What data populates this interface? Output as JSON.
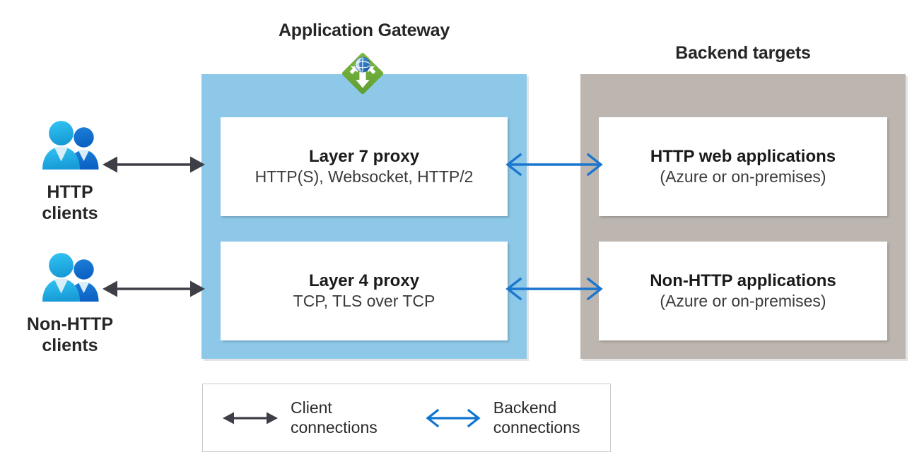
{
  "diagram": {
    "gateway": {
      "title": "Application Gateway",
      "icon": "application-gateway-icon",
      "panel_color": "#8DC8E8",
      "cards": [
        {
          "title": "Layer 7 proxy",
          "subtitle": "HTTP(S), Websocket, HTTP/2"
        },
        {
          "title": "Layer 4 proxy",
          "subtitle": "TCP, TLS over TCP"
        }
      ]
    },
    "backend": {
      "title": "Backend targets",
      "panel_color": "#BDB6B0",
      "cards": [
        {
          "title": "HTTP web applications",
          "subtitle": "(Azure or on-premises)"
        },
        {
          "title": "Non-HTTP applications",
          "subtitle": "(Azure or on-premises)"
        }
      ]
    },
    "clients": [
      {
        "label": "HTTP\nclients",
        "icon": "users-icon"
      },
      {
        "label": "Non-HTTP\nclients",
        "icon": "users-icon"
      }
    ],
    "connectors": [
      {
        "name": "client-http-connection",
        "kind": "client-connection",
        "color": "#3E3E46"
      },
      {
        "name": "client-nonhttp-connection",
        "kind": "client-connection",
        "color": "#3E3E46"
      },
      {
        "name": "backend-http-connection",
        "kind": "backend-connection",
        "color": "#1B76CE"
      },
      {
        "name": "backend-nonhttp-connection",
        "kind": "backend-connection",
        "color": "#1B76CE"
      }
    ],
    "legend": {
      "items": [
        {
          "label": "Client\nconnections",
          "arrow": "black-double-arrow",
          "color": "#3E3E46"
        },
        {
          "label": "Backend\nconnections",
          "arrow": "blue-double-arrow",
          "color": "#0F75D0"
        }
      ]
    }
  }
}
